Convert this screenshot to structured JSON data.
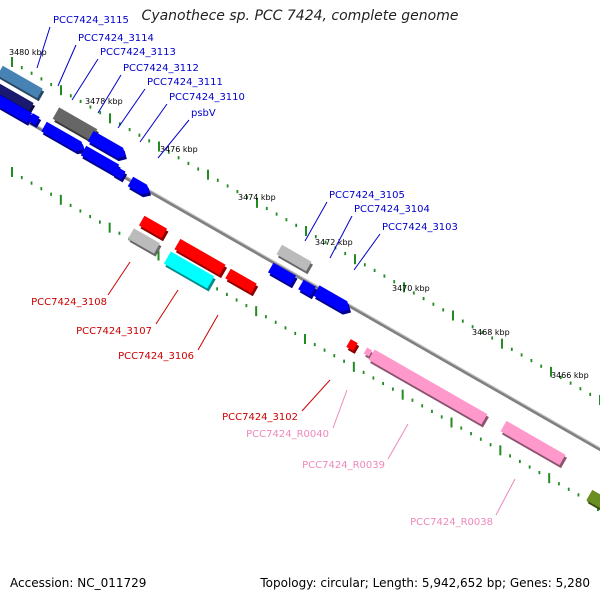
{
  "title": "Cyanothece sp. PCC 7424, complete genome",
  "accession": "Accession: NC_011729",
  "summary": "Topology: circular; Length: 5,942,652 bp; Genes: 5,280",
  "colors": {
    "backbone": "#808080",
    "tick": "#228b22",
    "cds_forward": "#0000ff",
    "cds_reverse": "#ff0000",
    "rrna": "#ff99cc",
    "label_forward": "#0000cc",
    "label_reverse": "#cc0000",
    "label_rrna": "#ee88bb",
    "gray_feature": "#a0a0a0",
    "cyan_feature": "#00ffff"
  },
  "scale_labels": [
    "3480 kbp",
    "3478 kbp",
    "3476 kbp",
    "3474 kbp",
    "3472 kbp",
    "3470 kbp",
    "3468 kbp",
    "3466 kbp"
  ],
  "gene_labels": {
    "forward": [
      "PCC7424_3115",
      "PCC7424_3114",
      "PCC7424_3113",
      "PCC7424_3112",
      "PCC7424_3111",
      "PCC7424_3110",
      "psbV",
      "PCC7424_3105",
      "PCC7424_3104",
      "PCC7424_3103"
    ],
    "reverse": [
      "PCC7424_3108",
      "PCC7424_3107",
      "PCC7424_3106",
      "PCC7424_3102"
    ],
    "rrna": [
      "PCC7424_R0040",
      "PCC7424_R0039",
      "PCC7424_R0038"
    ]
  }
}
